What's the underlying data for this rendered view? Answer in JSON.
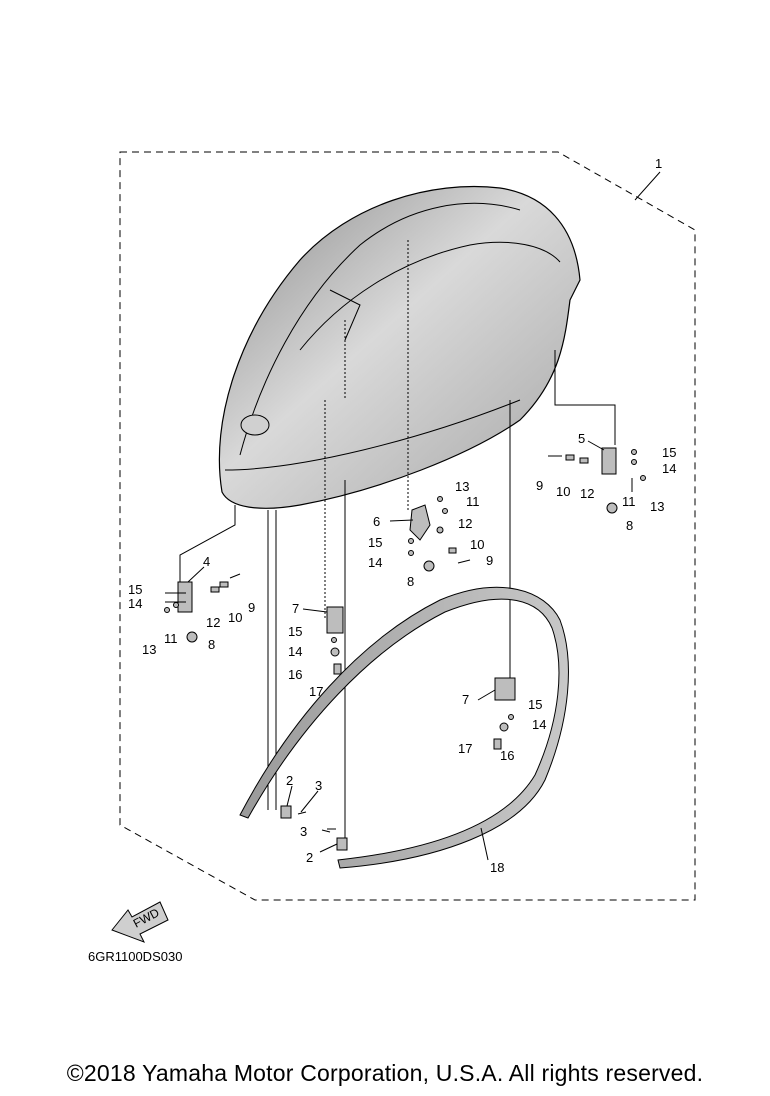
{
  "diagram": {
    "callouts": [
      "1",
      "2",
      "3",
      "4",
      "5",
      "6",
      "7",
      "8",
      "9",
      "10",
      "11",
      "12",
      "13",
      "14",
      "15",
      "16",
      "17",
      "18"
    ],
    "fwd_label": "FWD",
    "code": "6GR1100DS030"
  },
  "footer": {
    "copyright": "©2018 Yamaha Motor Corporation, U.S.A. All rights reserved."
  },
  "colors": {
    "background": "#ffffff",
    "ink": "#000000",
    "cowling_fill": "#bdbdbd"
  }
}
